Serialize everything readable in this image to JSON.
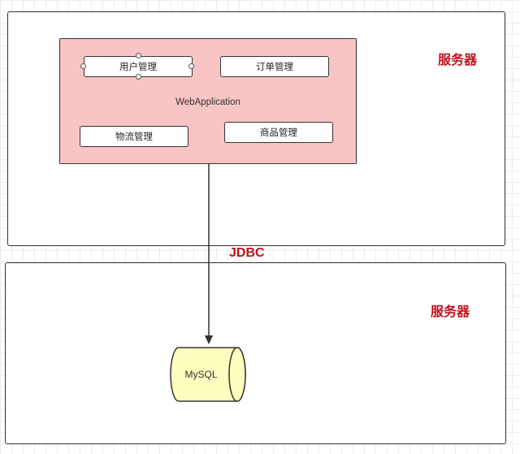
{
  "servers": {
    "top_label": "服务器",
    "bottom_label": "服务器"
  },
  "webapp": {
    "label": "WebApplication",
    "modules": {
      "user": "用户管理",
      "order": "订单管理",
      "logistics": "物流管理",
      "product": "商品管理"
    }
  },
  "connection": {
    "label": "JDBC"
  },
  "database": {
    "label": "MySQL"
  },
  "colors": {
    "accent_text": "#c0111a",
    "webapp_fill": "#f8c4c4",
    "database_fill": "#ffffc0"
  }
}
